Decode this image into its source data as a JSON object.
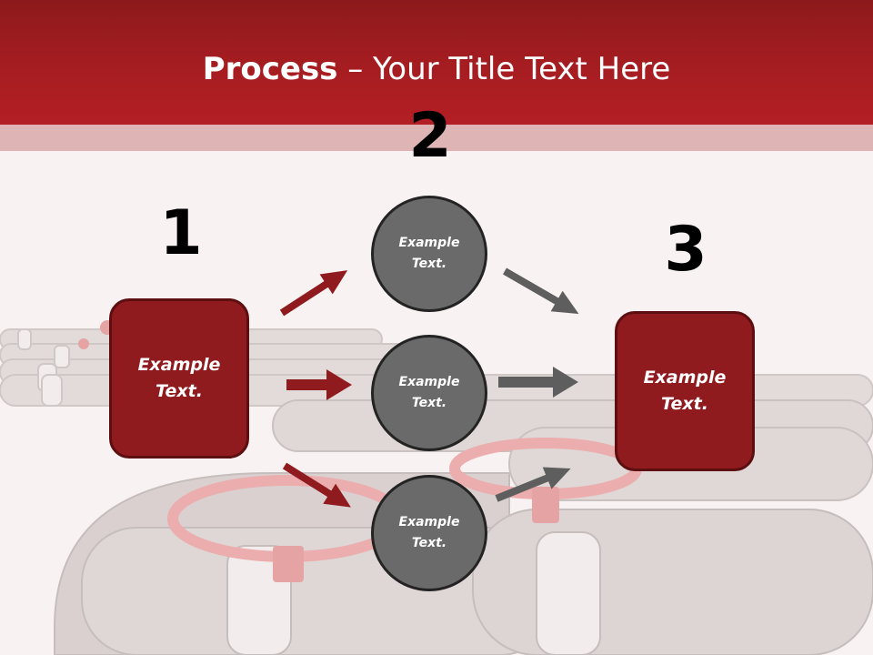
{
  "title": {
    "bold_part": "Process",
    "rest_part": " – Your Title Text Here"
  },
  "steps": [
    {
      "number": "1",
      "text": "Example\nText."
    },
    {
      "number": "2",
      "texts": [
        "Example\nText.",
        "Example\nText.",
        "Example\nText."
      ]
    },
    {
      "number": "3",
      "text": "Example\nText."
    }
  ],
  "colors": {
    "header": "#a61d21",
    "box_fill": "#8f1b1e",
    "circle_fill": "#6a6a6a",
    "arrow_red": "#8f1b1e",
    "arrow_gray": "#5e5e5e"
  }
}
